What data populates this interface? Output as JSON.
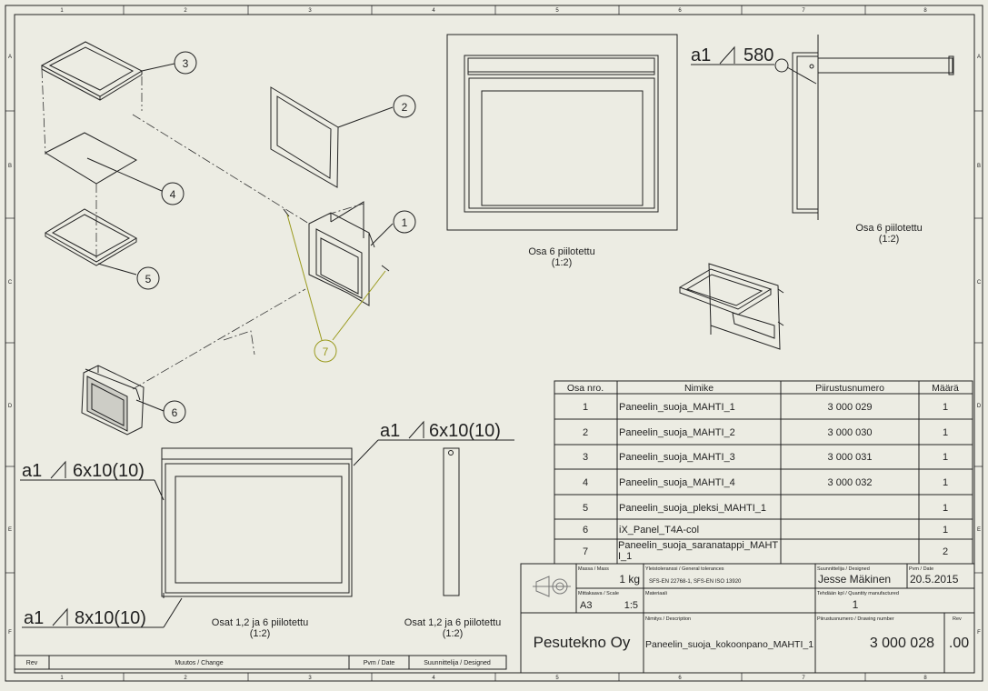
{
  "grid": {
    "columns": [
      "1",
      "2",
      "3",
      "4",
      "5",
      "6",
      "7",
      "8"
    ],
    "rows": [
      "A",
      "B",
      "C",
      "D",
      "E",
      "F"
    ]
  },
  "balloons": [
    "1",
    "2",
    "3",
    "4",
    "5",
    "6",
    "7"
  ],
  "welds": {
    "top_right": "a1",
    "top_right_value": "580",
    "front_top": "a1",
    "front_top_value": "6x10(10)",
    "front_left": "a1",
    "front_left_value": "6x10(10)",
    "front_bottom": "a1",
    "front_bottom_value": "8x10(10)"
  },
  "view_labels": {
    "front_center_title": "Osa 6 piilotettu",
    "front_center_scale": "(1:2)",
    "side_right_title": "Osa 6 piilotettu",
    "side_right_scale": "(1:2)",
    "bottom_front_title": "Osat 1,2 ja 6 piilotettu",
    "bottom_front_scale": "(1:2)",
    "bottom_side_title": "Osat 1,2 ja 6 piilotettu",
    "bottom_side_scale": "(1:2)"
  },
  "bom": {
    "headers": [
      "Osa nro.",
      "Nimike",
      "Piirustusnumero",
      "Määrä"
    ],
    "rows": [
      [
        "1",
        "Paneelin_suoja_MAHTI_1",
        "3 000 029",
        "1"
      ],
      [
        "2",
        "Paneelin_suoja_MAHTI_2",
        "3 000 030",
        "1"
      ],
      [
        "3",
        "Paneelin_suoja_MAHTI_3",
        "3 000 031",
        "1"
      ],
      [
        "4",
        "Paneelin_suoja_MAHTI_4",
        "3 000 032",
        "1"
      ],
      [
        "5",
        "Paneelin_suoja_pleksi_MAHTI_1",
        "",
        "1"
      ],
      [
        "6",
        "iX_Panel_T4A-col",
        "",
        "1"
      ],
      [
        "7",
        "Paneelin_suoja_saranatappi_MAHTI_1",
        "",
        "2"
      ]
    ]
  },
  "title_block": {
    "mass_label": "Massa / Mass",
    "mass_value": "1 kg",
    "tolerance_label": "Yleistoleranssi / General tolerances",
    "tolerance_value": "SFS-EN 22768-1, SFS-EN ISO 13920",
    "designer_label": "Suunnittelija / Designed",
    "designer_value": "Jesse Mäkinen",
    "date_label": "Pvm / Date",
    "date_value": "20.5.2015",
    "scale_label": "Mittakaava / Scale",
    "format_value": "A3",
    "scale_value": "1:5",
    "material_label": "Materiaali",
    "quantity_label": "Tehdään kpl / Quantity manufactured",
    "quantity_value": "1",
    "company": "Pesutekno Oy",
    "description_label": "Nimitys / Description",
    "description_value": "Paneelin_suoja_kokoonpano_MAHTI_1",
    "drawing_no_label": "Piirustusnumero / Drawing number",
    "drawing_no_value": "3 000 028",
    "rev_label": "Rev",
    "rev_value": ".00"
  },
  "revision_table": {
    "rev_label": "Rev",
    "change_label": "Muutos / Change",
    "date_label": "Pvm / Date",
    "designed_label": "Suunnittelija / Designed"
  },
  "colors": {
    "line": "#1a1a1a",
    "balloon_highlight": "#9a9a1e",
    "paper": "#ecece3"
  }
}
